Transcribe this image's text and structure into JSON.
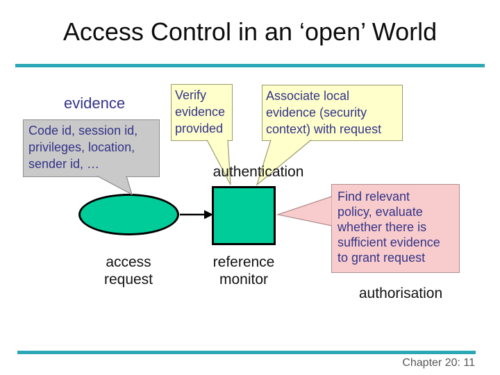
{
  "slide": {
    "title": "Access Control in an ‘open’ World",
    "footer": "Chapter 20: 11"
  },
  "diagram": {
    "evidence_label": "evidence",
    "evidence_note": "Code id, session id,\nprivileges, location,\nsender id, …",
    "verify_note": "Verify\nevidence\nprovided",
    "associate_note": "Associate local\nevidence (security\ncontext) with request",
    "policy_note": "Find relevant\npolicy, evaluate\nwhether there is\nsufficient evidence\nto grant request",
    "authentication_label": "authentication",
    "authorisation_label": "authorisation",
    "access_request_label": "access\nrequest",
    "reference_monitor_label": "reference\nmonitor"
  },
  "colors": {
    "accent_teal": "#2BA7B6",
    "shape_green": "#00CC99",
    "callout_yellow": "#FFFFCC",
    "callout_yellow_border": "#99996B",
    "callout_pink": "#F8CCCC",
    "callout_pink_border": "#B08C8C",
    "note_gray": "#C9C9C9",
    "note_gray_border": "#8C8C8C",
    "note_text_blue": "#333388",
    "footer_gray": "#565656"
  }
}
